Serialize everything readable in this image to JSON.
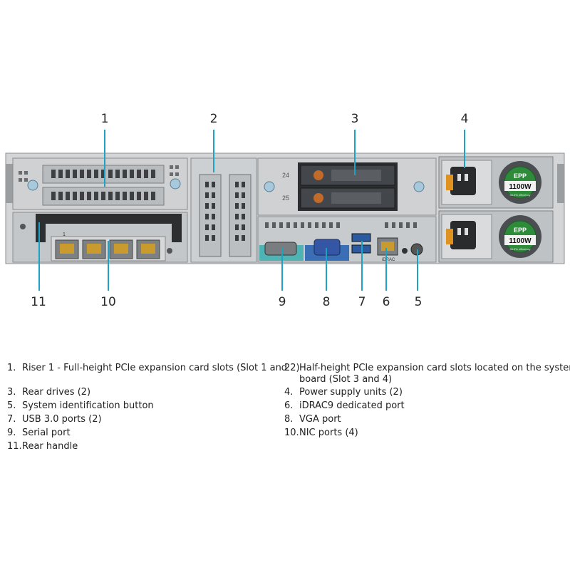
{
  "callouts": [
    "1",
    "2",
    "3",
    "4",
    "5",
    "6",
    "7",
    "8",
    "9",
    "10",
    "11"
  ],
  "legend": [
    {
      "num": "1.",
      "text": "Riser 1 - Full-height PCIe expansion card slots (Slot 1 and 2)"
    },
    {
      "num": "2.",
      "text": "Half-height PCIe expansion card slots located on the system",
      "text2": "board (Slot 3 and 4)"
    },
    {
      "num": "3.",
      "text": "Rear drives (2)"
    },
    {
      "num": "4.",
      "text": "Power supply units (2)"
    },
    {
      "num": "5.",
      "text": "System identification button"
    },
    {
      "num": "6.",
      "text": "iDRAC9 dedicated port"
    },
    {
      "num": "7.",
      "text": "USB 3.0 ports (2)"
    },
    {
      "num": "8.",
      "text": "VGA port"
    },
    {
      "num": "9.",
      "text": "Serial port"
    },
    {
      "num": "10.",
      "text": "NIC ports (4)"
    },
    {
      "num": "11.",
      "text": "Rear handle"
    }
  ],
  "server": {
    "drive_bays": [
      "24",
      "25"
    ],
    "psu_badge": "EPP",
    "psu_wattage": "1100W",
    "psu_efficiency": "96.5% efficiency",
    "nic_label": "1",
    "idrac_label": "iDRAC"
  },
  "colors": {
    "callout_line": "#1aa3c4",
    "chassis": "#c9ccce",
    "panel_dark": "#5c5f62",
    "psu_green": "#2e8b3a"
  }
}
